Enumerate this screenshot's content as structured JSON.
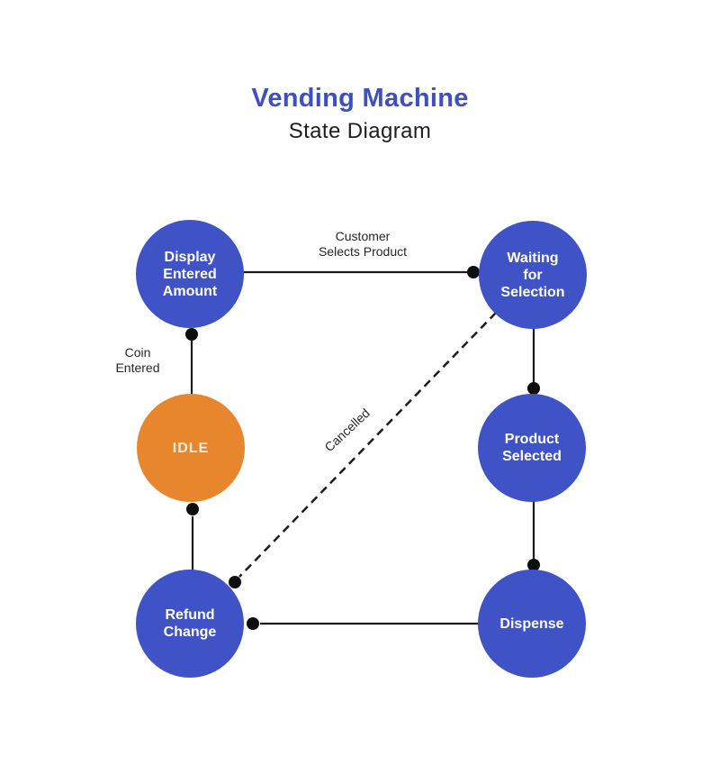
{
  "title": {
    "main": "Vending Machine",
    "subtitle": "State Diagram"
  },
  "nodes": {
    "display": {
      "label": "Display\nEntered\nAmount",
      "color": "blue"
    },
    "waiting": {
      "label": "Waiting\nfor\nSelection",
      "color": "blue"
    },
    "idle": {
      "label": "IDLE",
      "color": "orange"
    },
    "product": {
      "label": "Product\nSelected",
      "color": "blue"
    },
    "refund": {
      "label": "Refund\nChange",
      "color": "blue"
    },
    "dispense": {
      "label": "Dispense",
      "color": "blue"
    }
  },
  "edge_labels": {
    "coin_entered": "Coin\nEntered",
    "customer_selects_product": "Customer\nSelects Product",
    "cancelled": "Cancelled"
  },
  "transitions": [
    {
      "from": "IDLE",
      "to": "Display Entered Amount",
      "label": "Coin Entered",
      "style": "solid"
    },
    {
      "from": "Display Entered Amount",
      "to": "Waiting for Selection",
      "label": "Customer Selects Product",
      "style": "solid"
    },
    {
      "from": "Waiting for Selection",
      "to": "Product Selected",
      "label": "",
      "style": "solid"
    },
    {
      "from": "Product Selected",
      "to": "Dispense",
      "label": "",
      "style": "solid"
    },
    {
      "from": "Dispense",
      "to": "Refund Change",
      "label": "",
      "style": "solid"
    },
    {
      "from": "Refund Change",
      "to": "IDLE",
      "label": "",
      "style": "solid"
    },
    {
      "from": "Waiting for Selection",
      "to": "Refund Change",
      "label": "Cancelled",
      "style": "dashed"
    }
  ],
  "colors": {
    "state_blue": "#3f53c6",
    "state_orange": "#e8862e",
    "state_text": "#ffffff",
    "idle_text": "#f7eedd",
    "title_blue": "#3c50c4",
    "subtitle_text": "#1e1e1e",
    "edge_line": "#1c1c1c",
    "edge_dot": "#0e0e0e",
    "edge_label_text": "#272727",
    "background": "#ffffff"
  }
}
